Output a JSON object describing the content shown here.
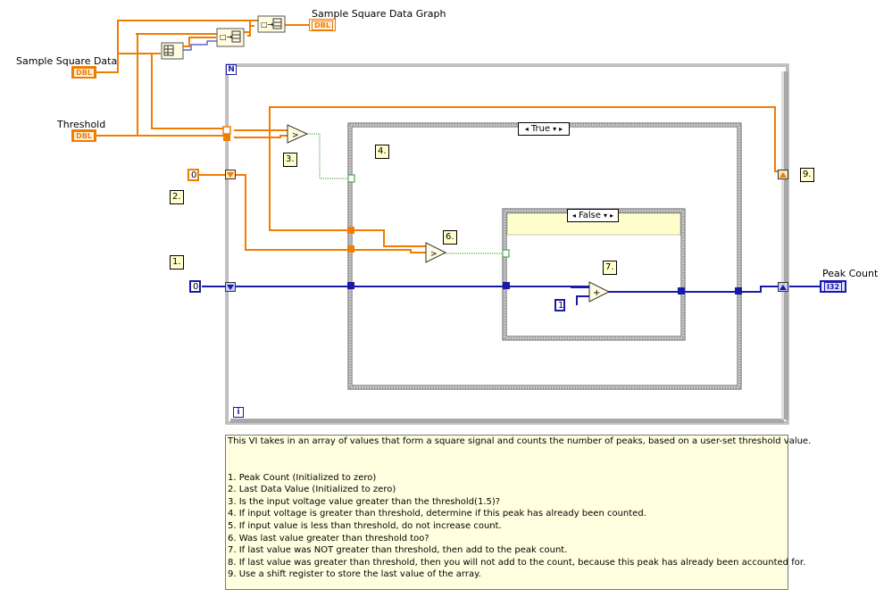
{
  "labels": {
    "sample_square_data": "Sample Square Data",
    "graph": "Sample Square Data Graph",
    "threshold": "Threshold",
    "peak_count": "Peak Count"
  },
  "terminals": {
    "dbl": "DBL",
    "i32": "I32"
  },
  "constants": {
    "last_init": "0",
    "count_init": "0",
    "increment": "1"
  },
  "loop": {
    "count_terminal": "N",
    "iteration_terminal": "i"
  },
  "case_outer": {
    "selector": "True"
  },
  "case_inner": {
    "selector": "False"
  },
  "notes": {
    "n1": "1.",
    "n2": "2.",
    "n3": "3.",
    "n4": "4.",
    "n6": "6.",
    "n7": "7.",
    "n9": "9."
  },
  "comment": {
    "intro": "This VI takes in an array of values that form a square signal and counts the number of peaks, based on a user-set threshold value.",
    "items": [
      "1. Peak Count (Initialized to zero)",
      "2. Last Data Value (Initialized to zero)",
      "3. Is the input voltage value greater than the threshold(1.5)?",
      "4. If input voltage is greater than threshold, determine if this peak has already been counted.",
      "5. If input value is less than threshold, do not increase count.",
      "6. Was last value greater than threshold too?",
      "7. If last value was NOT greater than threshold, then add to the peak count.",
      "8. If last value was greater than threshold, then you will not add to the count, because this peak has already been accounted for.",
      "9. Use a shift register to store the last value of the array."
    ]
  },
  "colors": {
    "dbl_wire": "#f07c00",
    "int_wire": "#1a1aa8",
    "bool_wire": "#2a9a2a",
    "note_bg": "#ffffcc",
    "comment_bg": "#ffffe0"
  }
}
